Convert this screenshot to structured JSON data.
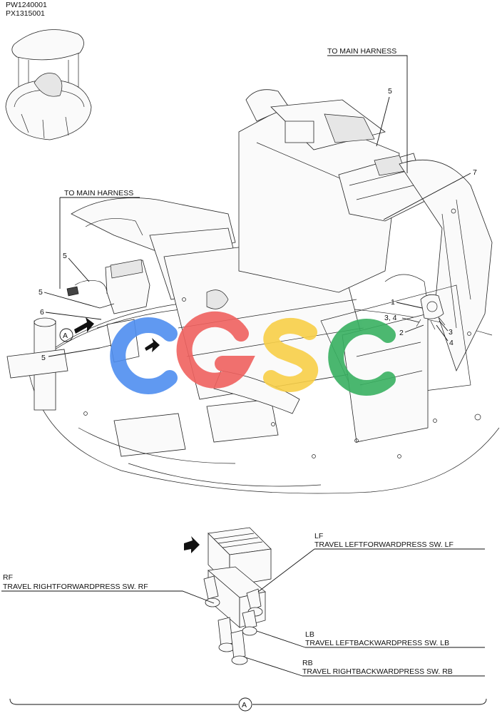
{
  "document_codes": [
    "PW1240001",
    "PX1315001"
  ],
  "harness_labels": {
    "right": "TO MAIN HARNESS",
    "left": "TO MAIN HARNESS"
  },
  "callouts": {
    "top_5": "5",
    "top_7": "7",
    "left_5a": "5",
    "left_5b": "5",
    "left_6": "6",
    "left_5c": "5",
    "right_1": "1",
    "right_34": "3, 4",
    "right_2": "2",
    "right_3": "3",
    "right_4": "4"
  },
  "detail_marker": "A",
  "watermark": {
    "letters": [
      "C",
      "G",
      "S",
      "C"
    ],
    "colors": [
      "#4f8ef0",
      "#f0625f",
      "#f8cf48",
      "#38b061"
    ]
  },
  "switches": {
    "lf": {
      "code": "LF",
      "name": "TRAVEL LEFTFORWARDPRESS SW. LF"
    },
    "rf": {
      "code": "RF",
      "name": "TRAVEL RIGHTFORWARDPRESS SW. RF"
    },
    "lb": {
      "code": "LB",
      "name": "TRAVEL LEFTBACKWARDPRESS SW. LB"
    },
    "rb": {
      "code": "RB",
      "name": "TRAVEL RIGHTBACKWARDPRESS SW. RB"
    }
  },
  "colors": {
    "line": "#111111",
    "background": "#ffffff",
    "highlight": "#3c6fe0"
  }
}
